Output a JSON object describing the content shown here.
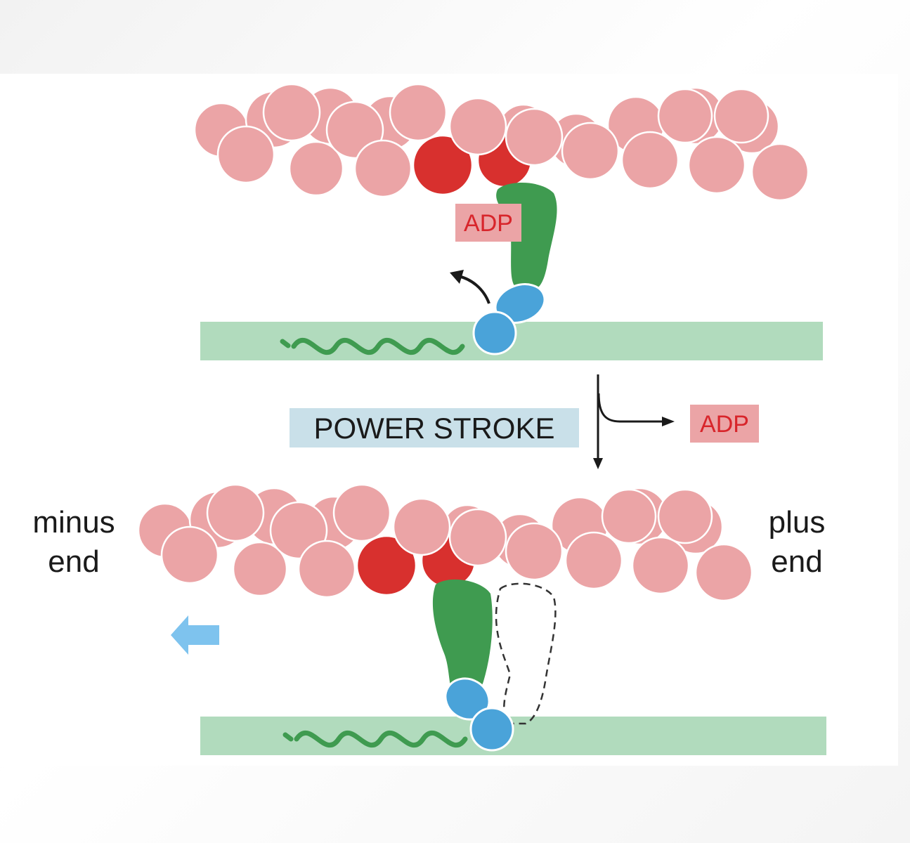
{
  "labels": {
    "adp_top": "ADP",
    "adp_side": "ADP",
    "power_stroke": "POWER STROKE",
    "minus": "minus",
    "minus_end": "end",
    "plus": "plus",
    "plus_end": "end"
  },
  "colors": {
    "actin": "#eba4a6",
    "actin_bound": "#d8302e",
    "myosin_head": "#3f9b50",
    "light_chain": "#4aa3d9",
    "thick_filament": "#b1dbbd",
    "label_box": "#c9e0e9",
    "adp_box": "#eba4a6",
    "adp_text": "#d8252b",
    "movement_arrow": "#7ec3ee"
  }
}
